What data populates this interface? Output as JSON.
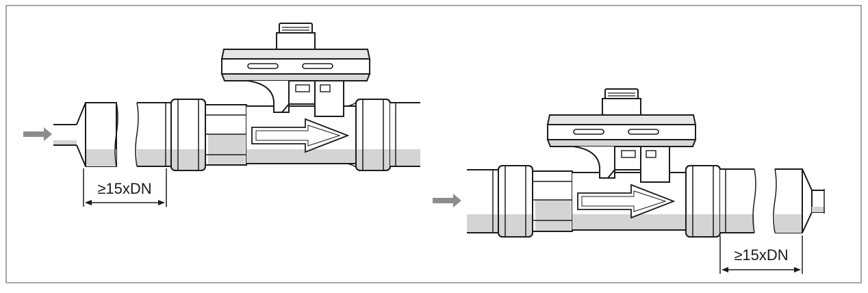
{
  "diagram": {
    "left_setup": {
      "dimension_label": "≥15xDN",
      "inlet_side": "upstream"
    },
    "right_setup": {
      "dimension_label": "≥15xDN",
      "inlet_side": "downstream"
    },
    "colors": {
      "frame": "#8a8a8a",
      "outline": "#1a1a1a",
      "fill_level": "#d4d4d4",
      "flow_arrow": "#8c8c8c"
    }
  }
}
